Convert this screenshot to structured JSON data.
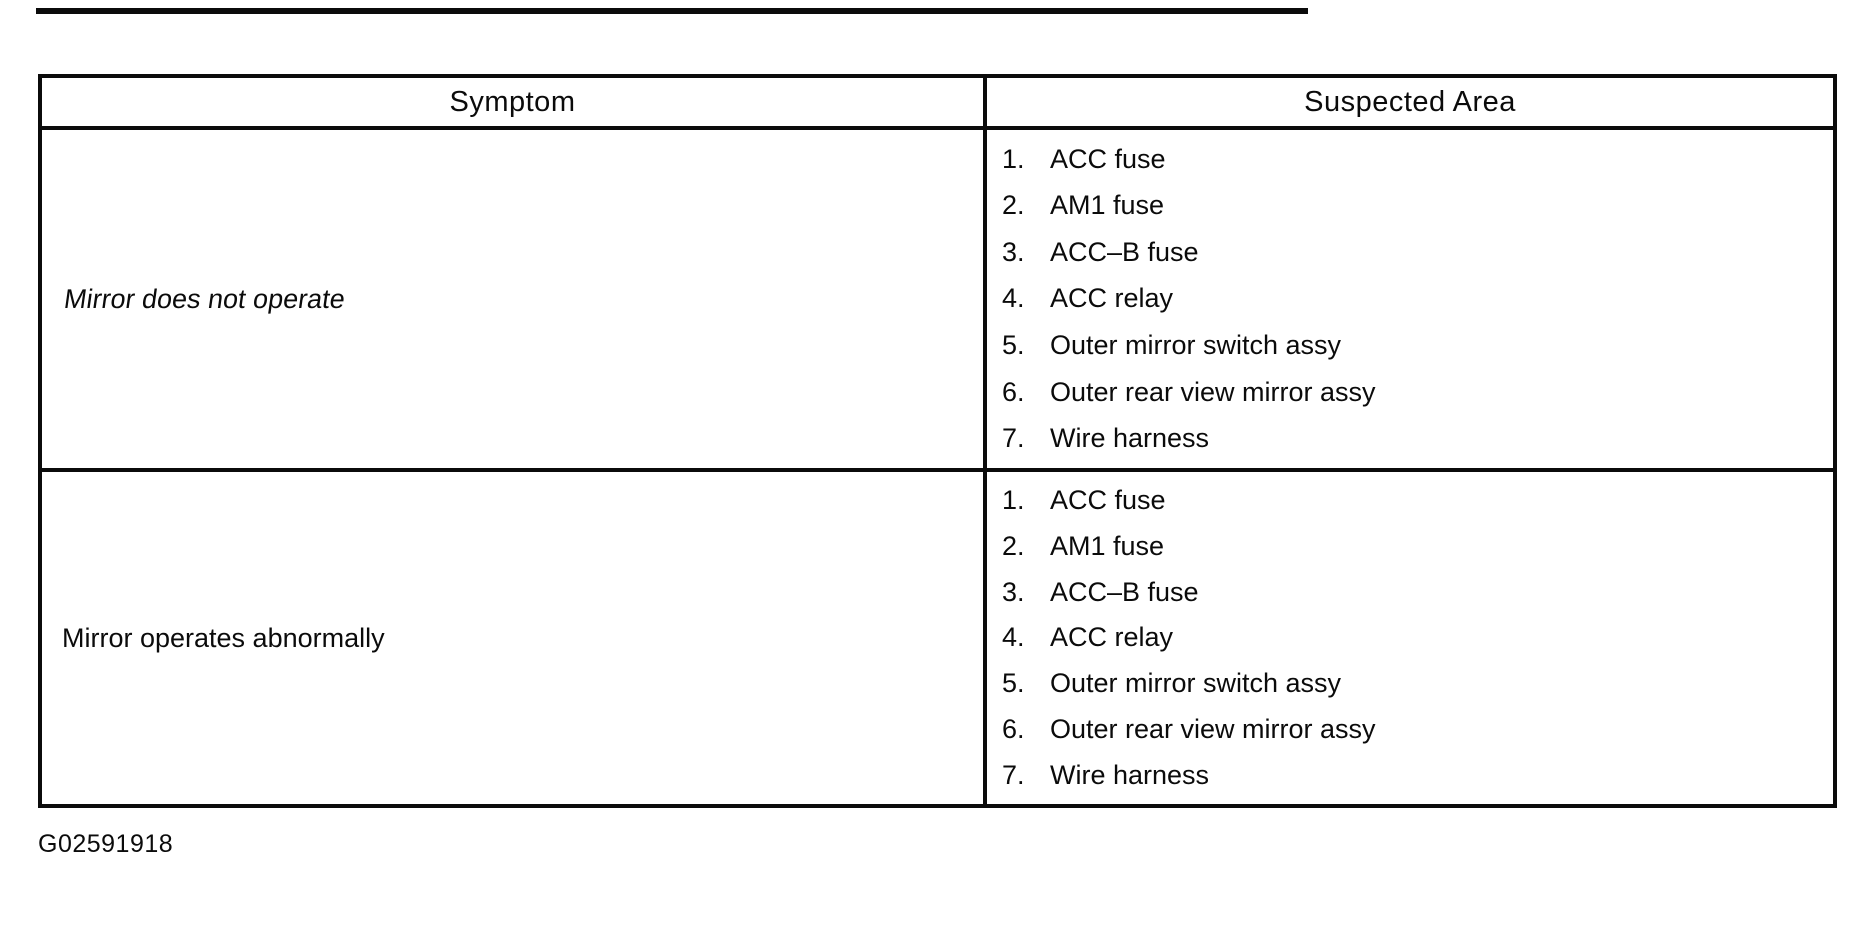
{
  "colors": {
    "ink": "#0b0b0b",
    "paper": "#ffffff"
  },
  "page": {
    "caption": "G02591918"
  },
  "table": {
    "headers": {
      "symptom": "Symptom",
      "suspected_area": "Suspected Area"
    },
    "rows": [
      {
        "symptom": "Mirror does not operate",
        "items": [
          {
            "num": "1.",
            "label": "ACC fuse"
          },
          {
            "num": "2.",
            "label": "AM1 fuse"
          },
          {
            "num": "3.",
            "label": "ACC–B fuse"
          },
          {
            "num": "4.",
            "label": "ACC relay"
          },
          {
            "num": "5.",
            "label": "Outer mirror switch assy"
          },
          {
            "num": "6.",
            "label": "Outer rear view mirror assy"
          },
          {
            "num": "7.",
            "label": "Wire harness"
          }
        ]
      },
      {
        "symptom": "Mirror operates abnormally",
        "items": [
          {
            "num": "1.",
            "label": "ACC fuse"
          },
          {
            "num": "2.",
            "label": "AM1 fuse"
          },
          {
            "num": "3.",
            "label": "ACC–B fuse"
          },
          {
            "num": "4.",
            "label": "ACC relay"
          },
          {
            "num": "5.",
            "label": "Outer mirror switch assy"
          },
          {
            "num": "6.",
            "label": "Outer rear view mirror assy"
          },
          {
            "num": "7.",
            "label": "Wire harness"
          }
        ]
      }
    ]
  }
}
